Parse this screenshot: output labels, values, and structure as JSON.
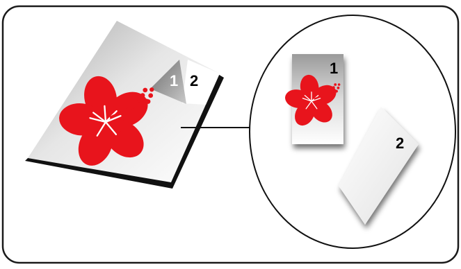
{
  "colors": {
    "frame_border": "#1a1a1a",
    "flower": "#e8141c",
    "flower_center": "#ffffff",
    "sheet_shadow": "#111111",
    "sheet_gradient_light": "#ffffff",
    "sheet_gradient_dark": "#b8b8b8"
  },
  "icons": {
    "flower": "hibiscus-flower",
    "connector": "callout-line",
    "zoom": "ellipse-magnifier"
  },
  "main_sheet": {
    "front_label": "1",
    "back_label": "2"
  },
  "zoom": {
    "front_sheet_label": "1",
    "back_sheet_label": "2"
  }
}
